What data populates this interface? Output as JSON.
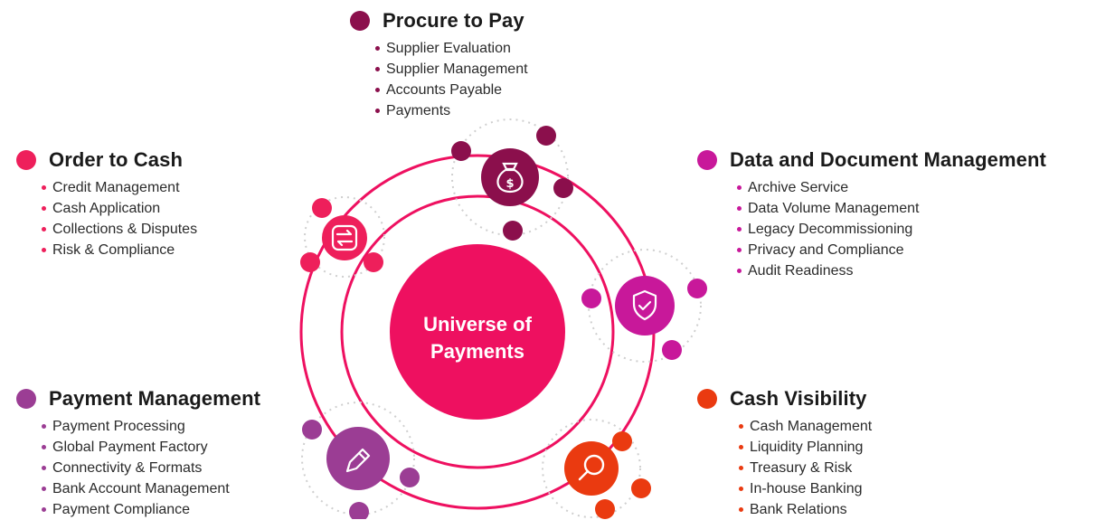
{
  "center": {
    "line1": "Universe of",
    "line2": "Payments",
    "color": "#ee1060"
  },
  "ring_color": "#ee1060",
  "sections": {
    "procure_to_pay": {
      "title": "Procure to Pay",
      "color": "#8b0f4c",
      "icon": "money-bag-icon",
      "items": [
        "Supplier Evaluation",
        "Supplier Management",
        "Accounts Payable",
        "Payments"
      ]
    },
    "order_to_cash": {
      "title": "Order to Cash",
      "color": "#ee1f5b",
      "icon": "exchange-arrows-icon",
      "items": [
        "Credit Management",
        "Cash Application",
        "Collections & Disputes",
        "Risk & Compliance"
      ]
    },
    "data_document": {
      "title": "Data and Document Management",
      "color": "#c8189a",
      "icon": "shield-check-icon",
      "items": [
        "Archive Service",
        "Data Volume Management",
        "Legacy Decommissioning",
        "Privacy and Compliance",
        "Audit Readiness"
      ]
    },
    "payment_management": {
      "title": "Payment Management",
      "color": "#9b3d94",
      "icon": "pencil-icon",
      "items": [
        "Payment Processing",
        "Global Payment Factory",
        "Connectivity & Formats",
        "Bank Account Management",
        "Payment Compliance"
      ]
    },
    "cash_visibility": {
      "title": "Cash Visibility",
      "color": "#ea3a10",
      "icon": "magnifier-icon",
      "items": [
        "Cash Management",
        "Liquidity Planning",
        "Treasury & Risk",
        "In-house Banking",
        "Bank Relations"
      ]
    }
  }
}
